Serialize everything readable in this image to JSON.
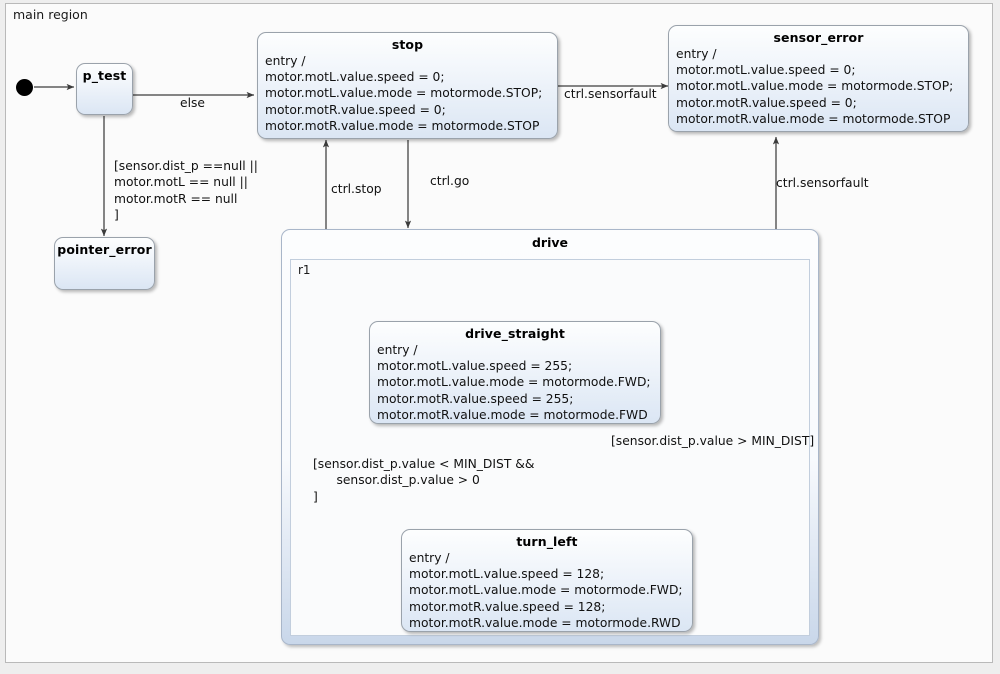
{
  "diagram": {
    "main_region_label": "main region",
    "states": [
      {
        "id": "p_test",
        "title": "p_test",
        "body": ""
      },
      {
        "id": "pointer_error",
        "title": "pointer_error",
        "body": ""
      },
      {
        "id": "stop",
        "title": "stop",
        "body": "entry /\nmotor.motL.value.speed = 0;\nmotor.motL.value.mode = motormode.STOP;\nmotor.motR.value.speed = 0;\nmotor.motR.value.mode = motormode.STOP"
      },
      {
        "id": "sensor_error",
        "title": "sensor_error",
        "body": "entry /\nmotor.motL.value.speed = 0;\nmotor.motL.value.mode = motormode.STOP;\nmotor.motR.value.speed = 0;\nmotor.motR.value.mode = motormode.STOP"
      },
      {
        "id": "drive",
        "title": "drive",
        "region_label": "r1"
      },
      {
        "id": "drive_straight",
        "title": "drive_straight",
        "body": "entry /\nmotor.motL.value.speed = 255;\nmotor.motL.value.mode = motormode.FWD;\nmotor.motR.value.speed = 255;\nmotor.motR.value.mode = motormode.FWD"
      },
      {
        "id": "turn_left",
        "title": "turn_left",
        "body": "entry /\nmotor.motL.value.speed = 128;\nmotor.motL.value.mode = motormode.FWD;\nmotor.motR.value.speed = 128;\nmotor.motR.value.mode = motormode.RWD"
      }
    ],
    "transitions": {
      "else": "else",
      "pointer_guard": "[sensor.dist_p ==null ||\nmotor.motL == null ||\nmotor.motR == null\n]",
      "ctrl_stop": "ctrl.stop",
      "ctrl_go": "ctrl.go",
      "ctrl_sensorfault_top": "ctrl.sensorfault",
      "ctrl_sensorfault_right": "ctrl.sensorfault",
      "min_dist_guard": "[sensor.dist_p.value < MIN_DIST &&\n      sensor.dist_p.value > 0\n]",
      "min_dist_back": "[sensor.dist_p.value > MIN_DIST]"
    },
    "colors": {
      "canvas": "#eeeeee",
      "region_bg": "#fbfbfb",
      "state_border": "#9aa2ab",
      "state_fill_top": "#fdfefe",
      "state_fill_bottom": "#dbe6f4",
      "wire": "#4a4a4a"
    }
  }
}
